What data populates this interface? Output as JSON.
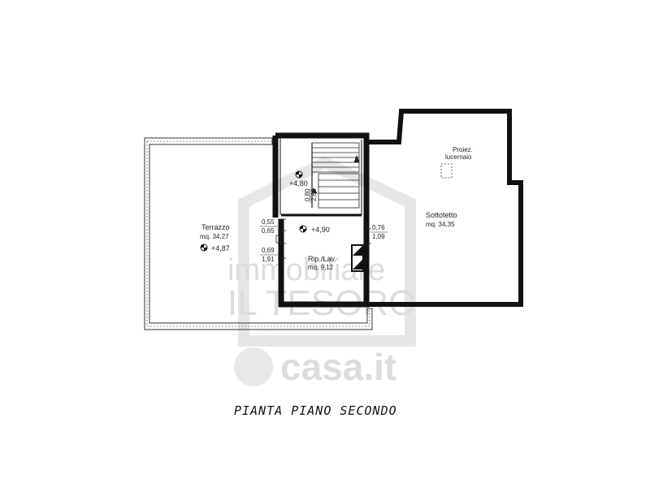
{
  "watermark": {
    "line1": "immobiliare",
    "line2": "IL TESORO",
    "brand": "casa.it"
  },
  "rooms": {
    "terrazzo": {
      "name": "Terrazzo",
      "area": "mq. 34,27",
      "level": "+4,87"
    },
    "sottotetto": {
      "name": "Sottotetto",
      "area": "mq. 34,35"
    },
    "rip_lav": {
      "name": "Rip./Lav.",
      "area": "mq. 9,12"
    },
    "landing": {
      "level": "+4,80"
    },
    "hall": {
      "level": "+4,90"
    },
    "proiez": {
      "line1": "Proiez.",
      "line2": "lucernaio"
    }
  },
  "dimensions": {
    "d1_top": "0,55",
    "d1_bottom": "0,65",
    "d2_top": "0,69",
    "d2_bottom": "1,91",
    "d3_top": "0,76",
    "d3_bottom": "1,09",
    "stair_a": "0,80",
    "stair_b": "2,69"
  },
  "caption": "PIANTA PIANO SECONDO"
}
